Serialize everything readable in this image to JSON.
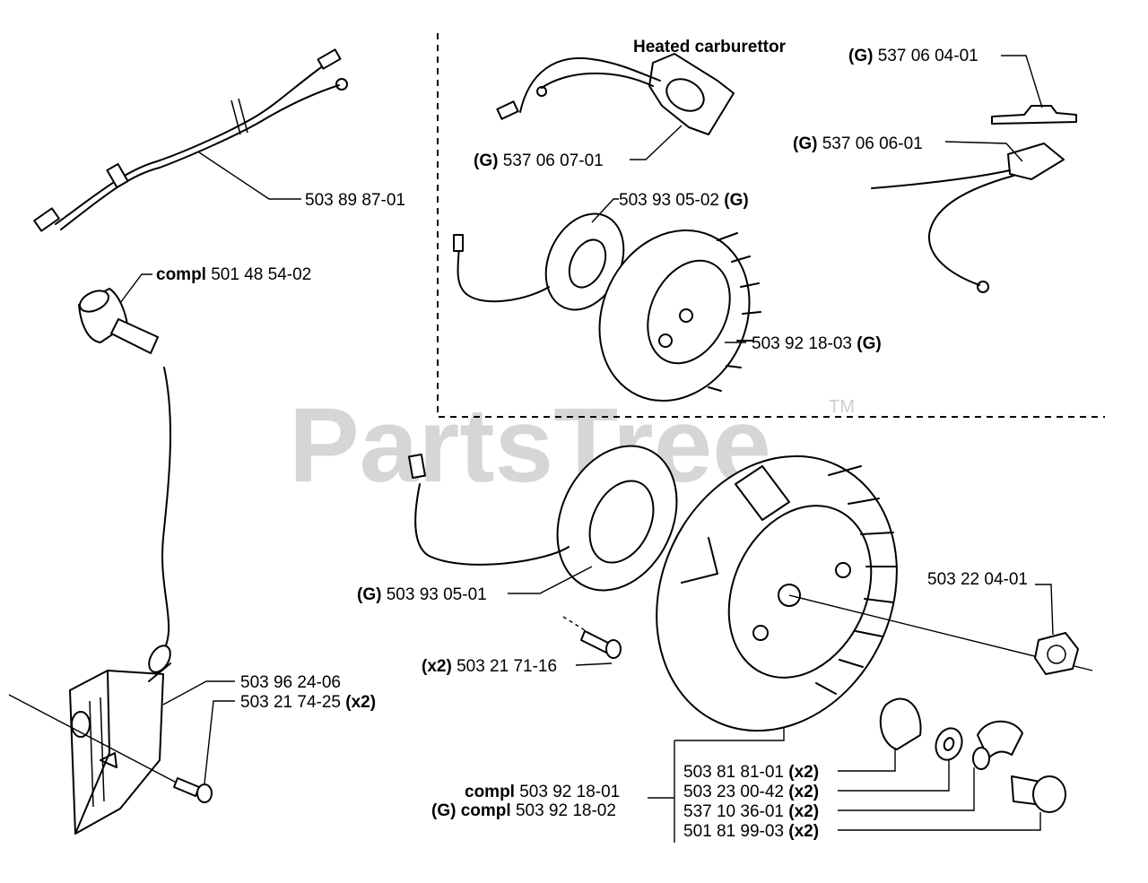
{
  "watermark": {
    "text": "PartsTree",
    "tm": "TM"
  },
  "title": "Heated carburettor",
  "labels": {
    "harness": "503 89 87-01",
    "cap_bold": "compl",
    "cap_num": "501 48 54-02",
    "heater_g": "(G)",
    "heater_num": "537 06 07-01",
    "clip_g": "(G)",
    "clip_num": "537 06 04-01",
    "switch_g": "(G)",
    "switch_num": "537 06 06-01",
    "stator_top_num": "503 93 05-02",
    "stator_top_g": "(G)",
    "fly_top_num": "503 92 18-03",
    "fly_top_g": "(G)",
    "stator_g": "(G)",
    "stator_num": "503 93 05-01",
    "screw_x2": "(x2)",
    "screw_num": "503 21 71-16",
    "nut_num": "503 22 04-01",
    "module_num": "503 96 24-06",
    "module_screw_num": "503 21 74-25",
    "module_screw_x2": "(x2)",
    "fly_compl": "compl",
    "fly_compl_num": "503 92 18-01",
    "fly_g": "(G)",
    "fly_g_compl": "compl",
    "fly_g_num": "503 92 18-02",
    "sleeve_num": "503 81 81-01",
    "sleeve_x2": "(x2)",
    "washer_num": "503 23 00-42",
    "washer_x2": "(x2)",
    "pawl_num": "537 10 36-01",
    "pawl_x2": "(x2)",
    "pin_num": "501 81 99-03",
    "pin_x2": "(x2)"
  }
}
